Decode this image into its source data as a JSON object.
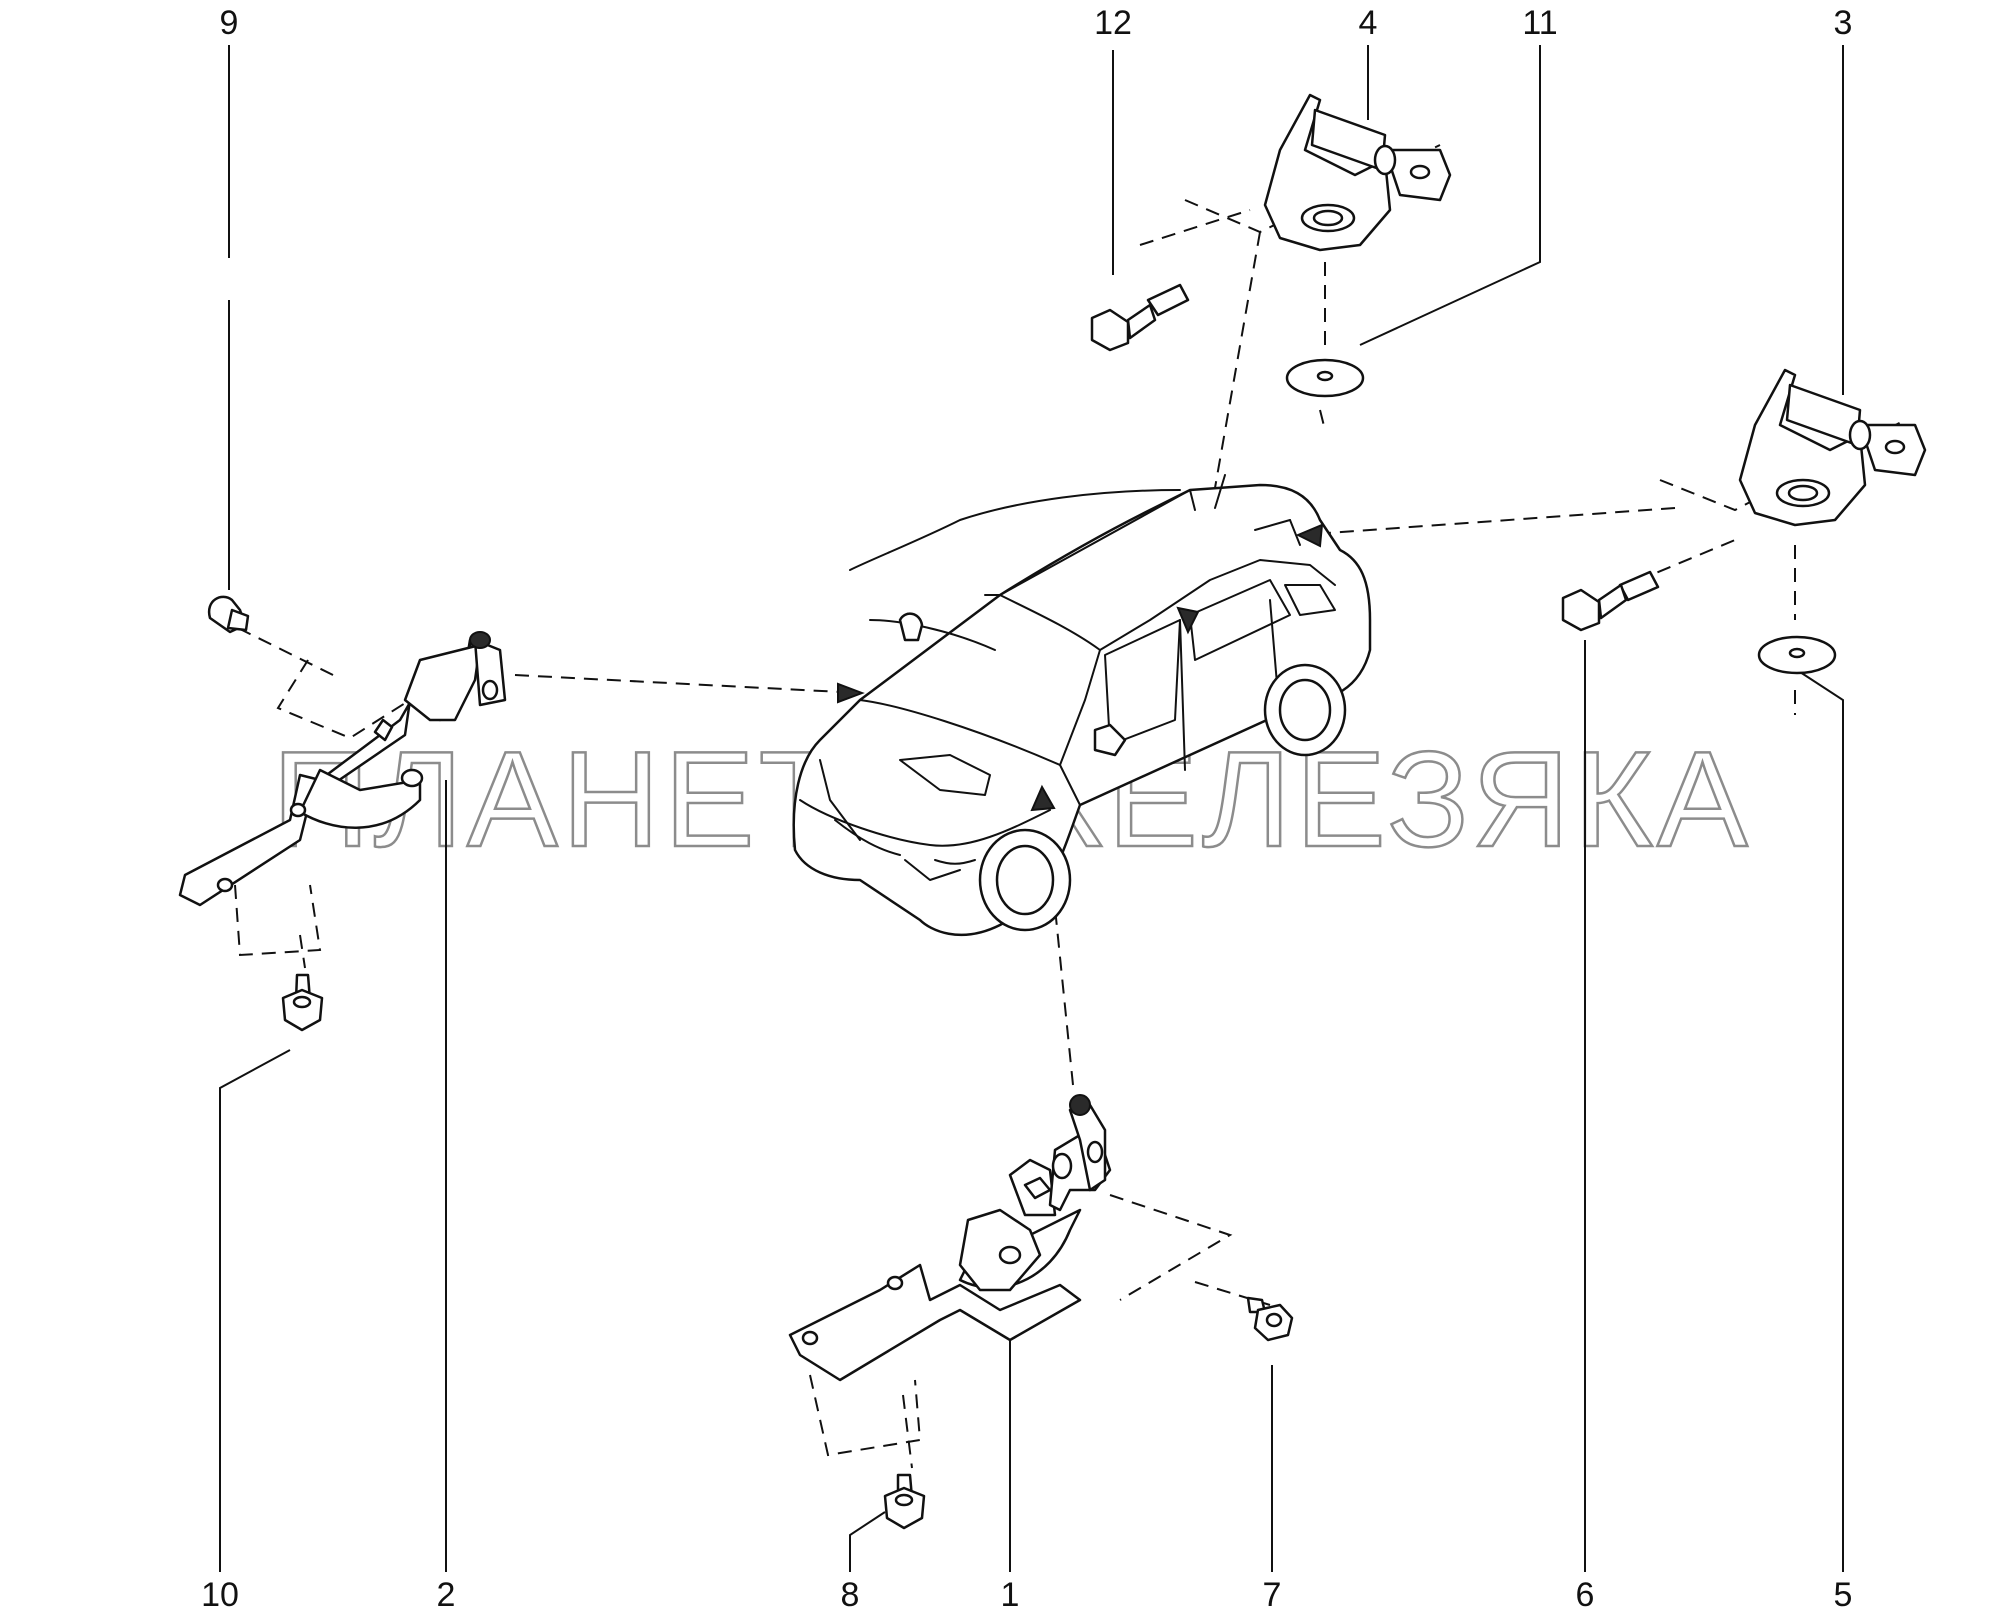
{
  "diagram": {
    "watermark": "ПЛАНЕТА ЖЕЛЕЗЯКА",
    "callouts": {
      "c1": "1",
      "c2": "2",
      "c3": "3",
      "c4": "4",
      "c5": "5",
      "c6": "6",
      "c7": "7",
      "c8": "8",
      "c9": "9",
      "c10": "10",
      "c11": "11",
      "c12": "12"
    }
  }
}
